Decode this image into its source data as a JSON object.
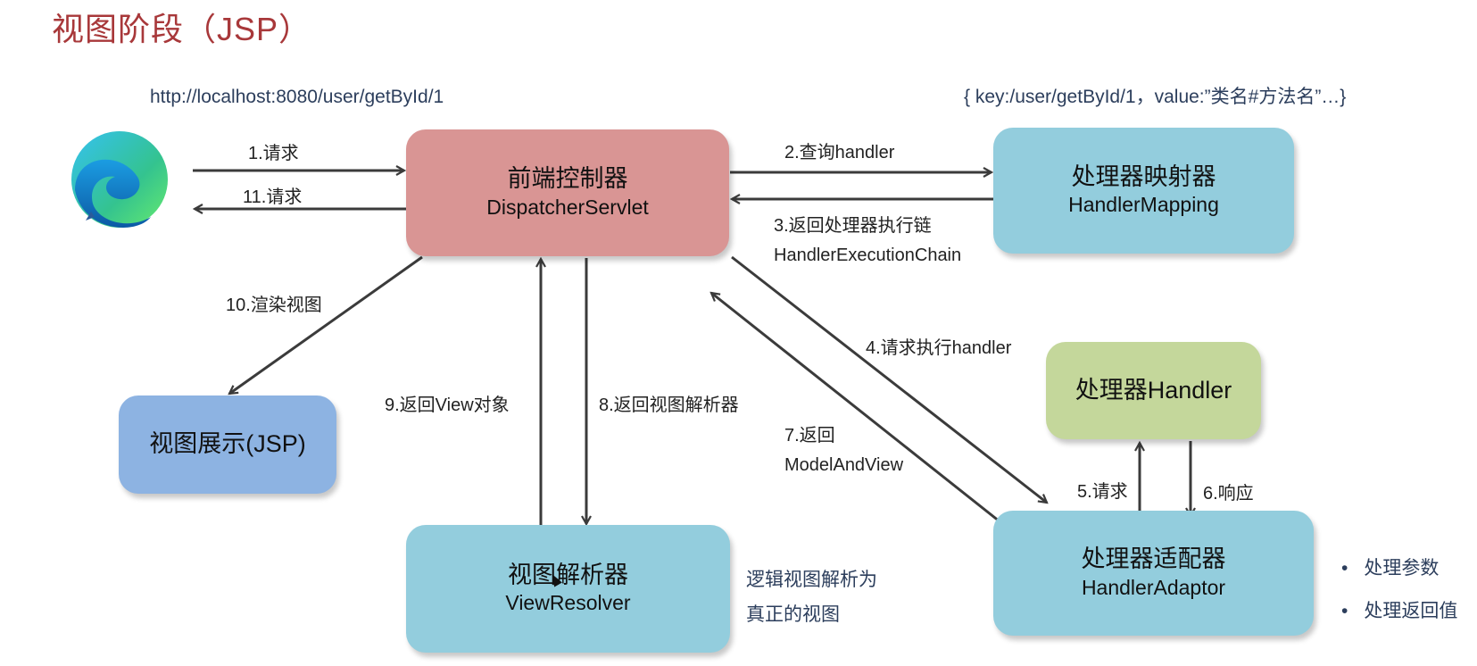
{
  "title": "视图阶段（JSP）",
  "url_text": "http://localhost:8080/user/getById/1",
  "mapping_note": "{ key:/user/getById/1，value:”类名#方法名”…}",
  "browser_icon": "edge-browser-icon",
  "nodes": {
    "dispatcher": {
      "zh": "前端控制器",
      "en": "DispatcherServlet",
      "color": "#d99594"
    },
    "mapping": {
      "zh": "处理器映射器",
      "en": "HandlerMapping",
      "color": "#93cddd"
    },
    "handler": {
      "zh": "处理器Handler",
      "color": "#c4d79b"
    },
    "adaptor": {
      "zh": "处理器适配器",
      "en": "HandlerAdaptor",
      "color": "#93cddd"
    },
    "resolver": {
      "zh": "视图解析器",
      "en": "ViewResolver",
      "color": "#93cddd"
    },
    "jsp": {
      "zh": "视图展示(JSP)",
      "color": "#8db3e2"
    }
  },
  "edges": {
    "e1": "1.请求",
    "e2": "2.查询handler",
    "e3_line1": "3.返回处理器执行链",
    "e3_line2": "HandlerExecutionChain",
    "e4": "4.请求执行handler",
    "e5": "5.请求",
    "e6": "6.响应",
    "e7_line1": "7.返回",
    "e7_line2": "ModelAndView",
    "e8": "8.返回视图解析器",
    "e9": "9.返回View对象",
    "e10": "10.渲染视图",
    "e11": "11.请求"
  },
  "resolver_note": {
    "line1": "逻辑视图解析为",
    "line2": "真正的视图"
  },
  "adaptor_notes": [
    "处理参数",
    "处理返回值"
  ]
}
